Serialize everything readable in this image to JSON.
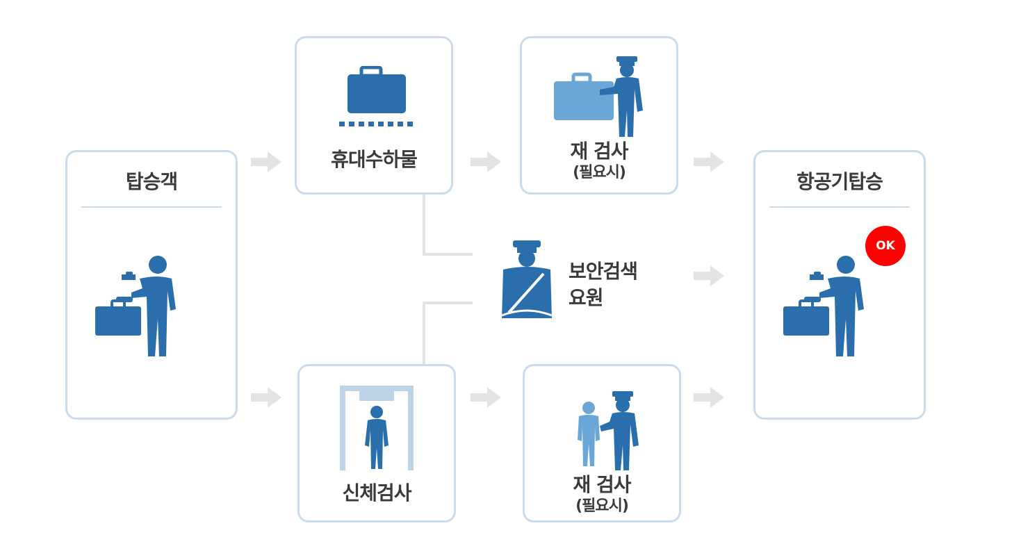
{
  "passenger": {
    "title": "탑승객"
  },
  "carry_on": {
    "title": "휴대수하물"
  },
  "body_check": {
    "title": "신체검사"
  },
  "recheck_baggage": {
    "title": "재 검사",
    "note": "(필요시)"
  },
  "recheck_body": {
    "title": "재 검사",
    "note": "(필요시)"
  },
  "security_staff": {
    "line1": "보안검색",
    "line2": "요원"
  },
  "boarding": {
    "title": "항공기탑승",
    "badge": "OK"
  },
  "colors": {
    "icon_dark": "#2a6fab",
    "icon_light": "#6aa6d6",
    "border": "#c9dbec",
    "arrow": "#e3e3e3",
    "badge": "#ff0000"
  }
}
